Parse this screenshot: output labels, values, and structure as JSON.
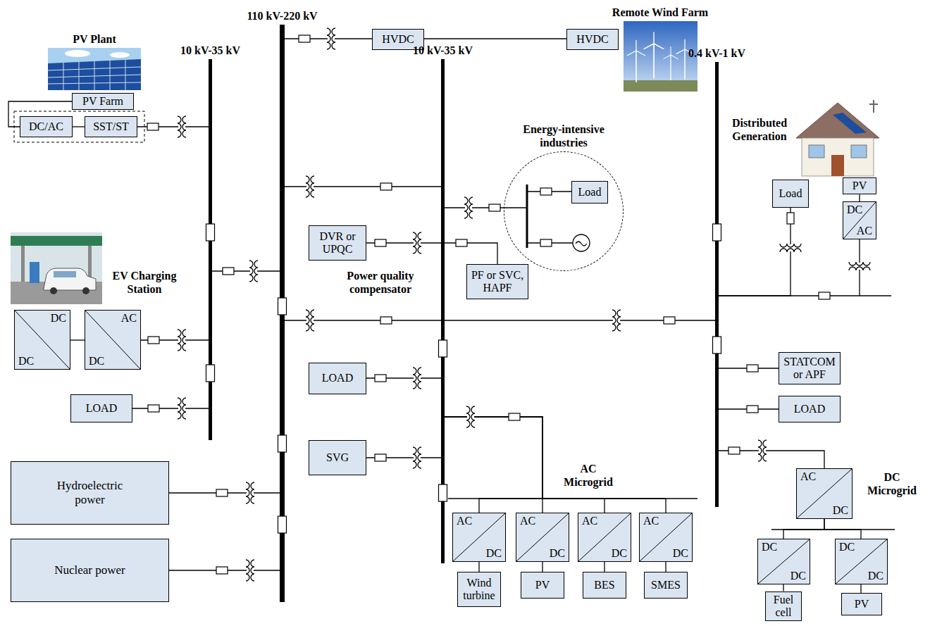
{
  "diagram": {
    "nodes": [
      {
        "text": [
          "110 kV-220 kV"
        ]
      },
      {
        "text": [
          "HVDC"
        ]
      },
      {
        "text": [
          "HVDC"
        ]
      },
      {
        "text": [
          "PV Farm"
        ]
      },
      {
        "text": [
          "DC/AC"
        ]
      },
      {
        "text": [
          "SST/ST"
        ]
      },
      {
        "text": [
          "10 kV-35 kV"
        ]
      },
      {
        "text": [
          "10 kV-35 kV"
        ]
      },
      {
        "text": [
          "Energy-intensive industries"
        ]
      },
      {
        "text": [
          "Load"
        ],
        "in": 8
      },
      {
        "text": [
          "0.4 kV-1 kV"
        ]
      },
      {
        "text": [
          "PV"
        ]
      },
      {
        "text": [
          "Load"
        ]
      },
      {
        "text": [
          "DC",
          "AC"
        ]
      },
      {
        "text": [
          "DVR or UPQC"
        ]
      },
      {
        "text": [
          "PF or SVC, HAPF"
        ]
      },
      {
        "text": [
          "DC",
          "DC"
        ]
      },
      {
        "text": [
          "AC",
          "DC"
        ]
      },
      {
        "text": [
          "STATCOM or APF"
        ]
      },
      {
        "text": [
          "LOAD"
        ]
      },
      {
        "text": [
          "LOAD"
        ]
      },
      {
        "text": [
          "LOAD"
        ]
      },
      {
        "text": [
          "SVG"
        ]
      },
      {
        "text": [
          "AC",
          "DC"
        ]
      },
      {
        "text": [
          "AC",
          "DC"
        ]
      },
      {
        "text": [
          "AC",
          "DC"
        ]
      },
      {
        "text": [
          "AC",
          "DC"
        ]
      },
      {
        "text": [
          "AC",
          "DC"
        ]
      },
      {
        "text": [
          "Hydroelectric power"
        ]
      },
      {
        "text": [
          "Nuclear power"
        ]
      },
      {
        "text": [
          "Wind turbine"
        ]
      },
      {
        "text": [
          "PV"
        ]
      },
      {
        "text": [
          "BES"
        ]
      },
      {
        "text": [
          "SMES"
        ]
      },
      {
        "text": [
          "DC",
          "DC"
        ]
      },
      {
        "text": [
          "DC",
          "DC"
        ]
      },
      {
        "text": [
          "Fuel cell"
        ]
      },
      {
        "text": [
          "PV"
        ]
      }
    ],
    "edges": [
      {
        "from": 0,
        "to": 1,
        "arrow": "none"
      },
      {
        "from": 1,
        "to": 2,
        "arrow": "none"
      },
      {
        "from": 3,
        "to": 4,
        "arrow": "none"
      },
      {
        "from": 4,
        "to": 5,
        "arrow": "none"
      },
      {
        "from": 5,
        "to": 6,
        "arrow": "none"
      },
      {
        "from": 6,
        "to": 0,
        "arrow": "none"
      },
      {
        "from": 0,
        "to": 7,
        "arrow": "none"
      },
      {
        "from": 7,
        "to": 9,
        "arrow": "none"
      },
      {
        "from": 0,
        "to": 10,
        "arrow": "none"
      },
      {
        "from": 11,
        "to": 13,
        "arrow": "none"
      },
      {
        "from": 12,
        "to": 10,
        "arrow": "none"
      },
      {
        "from": 13,
        "to": 10,
        "arrow": "none"
      },
      {
        "from": 14,
        "to": 7,
        "arrow": "none"
      },
      {
        "from": 7,
        "to": 15,
        "arrow": "none"
      },
      {
        "from": 16,
        "to": 17,
        "arrow": "none"
      },
      {
        "from": 17,
        "to": 6,
        "arrow": "none"
      },
      {
        "from": 10,
        "to": 18,
        "arrow": "none"
      },
      {
        "from": 19,
        "to": 6,
        "arrow": "none"
      },
      {
        "from": 20,
        "to": 7,
        "arrow": "none"
      },
      {
        "from": 10,
        "to": 21,
        "arrow": "none"
      },
      {
        "from": 22,
        "to": 7,
        "arrow": "none"
      },
      {
        "from": 7,
        "to": 23,
        "arrow": "none"
      },
      {
        "from": 7,
        "to": 24,
        "arrow": "none"
      },
      {
        "from": 7,
        "to": 25,
        "arrow": "none"
      },
      {
        "from": 7,
        "to": 26,
        "arrow": "none"
      },
      {
        "from": 10,
        "to": 27,
        "arrow": "none"
      },
      {
        "from": 28,
        "to": 0,
        "arrow": "none"
      },
      {
        "from": 29,
        "to": 0,
        "arrow": "none"
      },
      {
        "from": 23,
        "to": 30,
        "arrow": "none"
      },
      {
        "from": 24,
        "to": 31,
        "arrow": "none"
      },
      {
        "from": 25,
        "to": 32,
        "arrow": "none"
      },
      {
        "from": 26,
        "to": 33,
        "arrow": "none"
      },
      {
        "from": 27,
        "to": 34,
        "arrow": "none"
      },
      {
        "from": 27,
        "to": 35,
        "arrow": "none"
      },
      {
        "from": 34,
        "to": 36,
        "arrow": "none"
      },
      {
        "from": 35,
        "to": 37,
        "arrow": "none"
      }
    ],
    "labels": [
      "Remote Wind Farm",
      "PV Plant",
      "EV Charging Station",
      "Distributed Generation",
      "Power quality compensator",
      "AC Microgrid",
      "DC Microgrid"
    ]
  }
}
